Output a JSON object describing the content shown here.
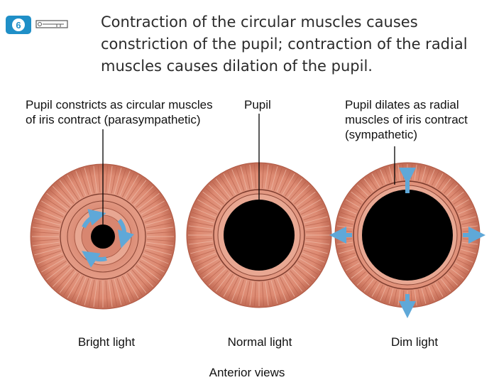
{
  "header": {
    "badge_number": "6",
    "badge_color": "#1f8fc7",
    "key_icon": "key-icon",
    "text": "Contraction of the circular muscles causes constriction of the pupil; contraction of the radial muscles causes dilation of the pupil."
  },
  "labels": {
    "left": "Pupil constricts as circular muscles of iris contract (parasympathetic)",
    "middle": "Pupil",
    "right": "Pupil dilates as radial muscles of iris contract (sympathetic)"
  },
  "captions": {
    "bright": "Bright light",
    "normal": "Normal light",
    "dim": "Dim light",
    "views": "Anterior views"
  },
  "colors": {
    "iris": "#dd8a72",
    "iris_dark": "#b05a45",
    "pupil": "#000000",
    "arrow": "#5fa8d8"
  }
}
